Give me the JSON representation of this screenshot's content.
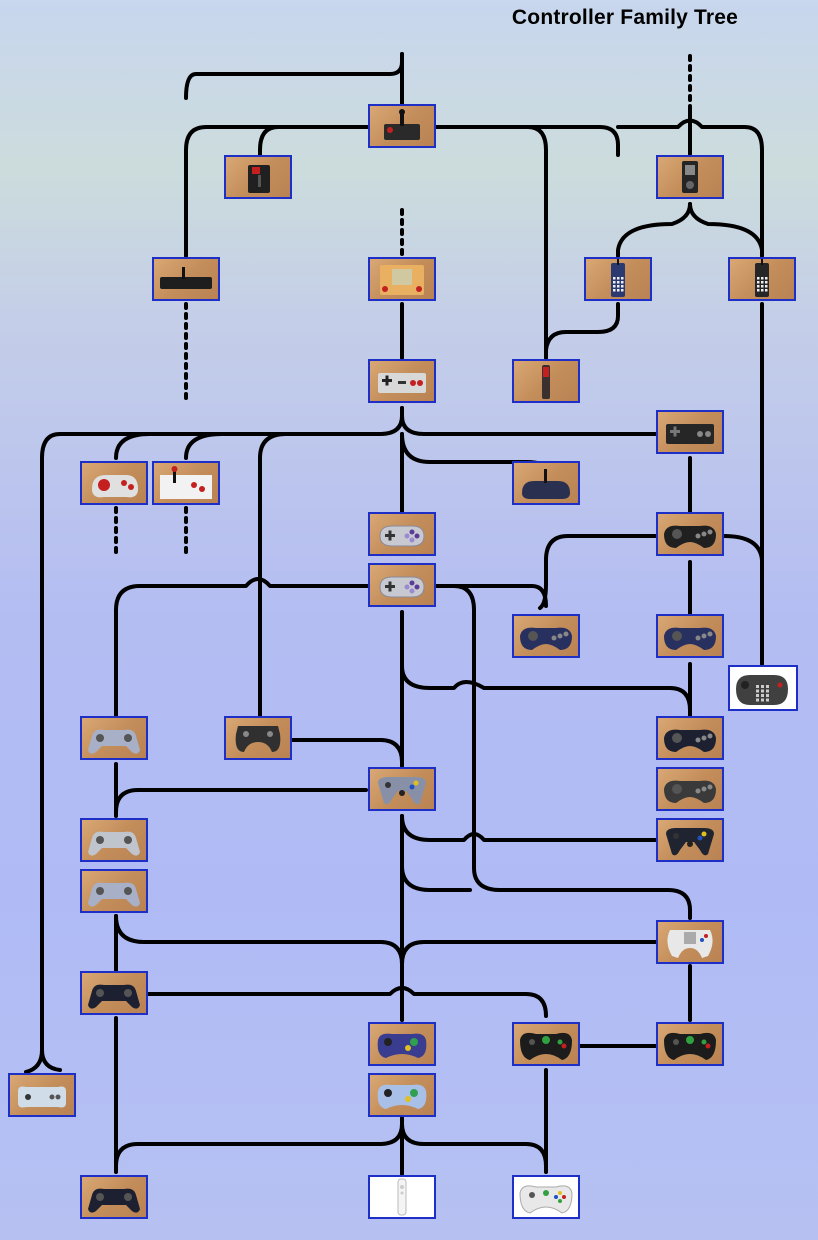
{
  "title": "Controller Family Tree",
  "colors": {
    "border": "#1e2fc8",
    "line": "#000000",
    "wood": "#c8905c"
  },
  "nodes": [
    {
      "id": "atari-joystick",
      "icon": "joystick",
      "body": "#2a2a2a"
    },
    {
      "id": "red-button-joystick",
      "icon": "joystick-red",
      "body": "#202020"
    },
    {
      "id": "intellivision-controller",
      "icon": "keypad-disc",
      "body": "#252525"
    },
    {
      "id": "paddle-bar",
      "icon": "bar",
      "body": "#1e1e1e"
    },
    {
      "id": "game-and-watch",
      "icon": "handheld",
      "body": "#e8b060"
    },
    {
      "id": "keypad-controller-blue",
      "icon": "keypad",
      "body": "#2a3a70"
    },
    {
      "id": "keypad-controller-black",
      "icon": "keypad",
      "body": "#262626"
    },
    {
      "id": "nes-controller",
      "icon": "rect-pad",
      "body": "#d8d8d8"
    },
    {
      "id": "vectrex-stick",
      "icon": "stick",
      "body": "#3a3030"
    },
    {
      "id": "master-system-pad",
      "icon": "rect-pad-dark",
      "body": "#262626"
    },
    {
      "id": "nes-advantage-round",
      "icon": "round-pad",
      "body": "#e0e0e0"
    },
    {
      "id": "arcade-stick",
      "icon": "arcade",
      "body": "#f2f2f2"
    },
    {
      "id": "genesis-3button-small",
      "icon": "flat-pad",
      "body": "#2a3050"
    },
    {
      "id": "snes-controller-a",
      "icon": "snes",
      "body": "#c8c8d0"
    },
    {
      "id": "genesis-controller",
      "icon": "genesis",
      "body": "#202020"
    },
    {
      "id": "snes-controller-b",
      "icon": "snes",
      "body": "#c8c8d0"
    },
    {
      "id": "genesis-6button",
      "icon": "genesis",
      "body": "#283060"
    },
    {
      "id": "saturn-pad-blue",
      "icon": "genesis",
      "body": "#283060"
    },
    {
      "id": "jaguar-controller",
      "icon": "jaguar",
      "body": "#404040"
    },
    {
      "id": "playstation-controller",
      "icon": "ps",
      "body": "#a8b0c8"
    },
    {
      "id": "virtual-boy-style",
      "icon": "vb",
      "body": "#303030"
    },
    {
      "id": "n64-controller",
      "icon": "n64",
      "body": "#8890a8"
    },
    {
      "id": "saturn-pad-black",
      "icon": "genesis",
      "body": "#1c2030"
    },
    {
      "id": "saturn-pad-grey",
      "icon": "genesis",
      "body": "#3a3a3a"
    },
    {
      "id": "dualshock-grey",
      "icon": "ps",
      "body": "#c0c4cc"
    },
    {
      "id": "saturn-3d-pad",
      "icon": "n64",
      "body": "#202430"
    },
    {
      "id": "dualshock-blue-grey",
      "icon": "ps",
      "body": "#a8b0c8"
    },
    {
      "id": "dreamcast-controller",
      "icon": "dc",
      "body": "#e8e8e8"
    },
    {
      "id": "dualshock-2",
      "icon": "ps",
      "body": "#1c2030"
    },
    {
      "id": "gamecube-indigo",
      "icon": "gc",
      "body": "#3a3c90"
    },
    {
      "id": "xbox-controller-s",
      "icon": "xbox",
      "body": "#1c1c1c"
    },
    {
      "id": "xbox-duke",
      "icon": "xbox",
      "body": "#1c1c1c"
    },
    {
      "id": "nes-dogbone",
      "icon": "dogbone",
      "body": "#d0dce8"
    },
    {
      "id": "wavebird",
      "icon": "gc",
      "body": "#a8c0e8"
    },
    {
      "id": "dualshock-3",
      "icon": "ps",
      "body": "#1c2030"
    },
    {
      "id": "wii-remote",
      "icon": "wiimote",
      "body": "#f4f4f4"
    },
    {
      "id": "xbox-360-controller",
      "icon": "x360",
      "body": "#e8e8e8"
    }
  ]
}
